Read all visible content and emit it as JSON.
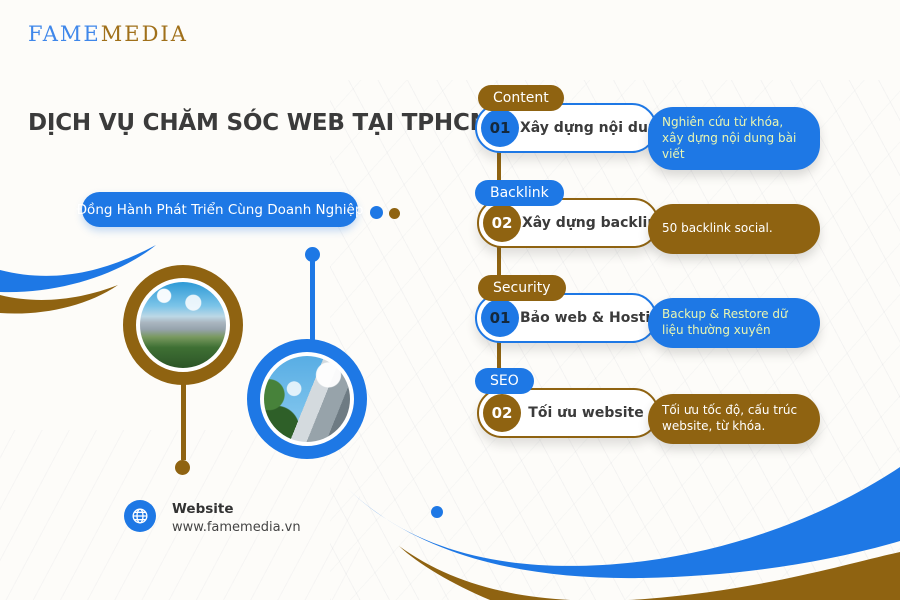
{
  "logo": {
    "fame": "FAME",
    "media": "MEDIA"
  },
  "title": "DỊCH VỤ CHĂM SÓC WEB TẠI TPHCM",
  "banner": "Đồng Hành Phát Triển Cùng Doanh Nghiệp",
  "steps": [
    {
      "tag": "Content",
      "number": "01",
      "label": "Xây dựng nội dung",
      "tooltip": "Nghiên cứu từ khóa, xây dựng nội dung bài viết",
      "accent": "blue",
      "tag_color": "brown"
    },
    {
      "tag": "Backlink",
      "number": "02",
      "label": "Xây dựng backlink",
      "tooltip": "50 backlink social.",
      "accent": "brown",
      "tag_color": "blue"
    },
    {
      "tag": "Security",
      "number": "01",
      "label": "Bảo web & Hosting",
      "tooltip": "Backup & Restore dữ liệu thường xuyên",
      "accent": "blue",
      "tag_color": "brown"
    },
    {
      "tag": "SEO",
      "number": "02",
      "label": "Tối ưu website",
      "tooltip": "Tối ưu tốc độ, cấu trúc website, từ khóa.",
      "accent": "brown",
      "tag_color": "blue"
    }
  ],
  "footer": {
    "label": "Website",
    "url": "www.famemedia.vn"
  },
  "icons": {
    "footer": "globe-icon"
  },
  "colors": {
    "blue": "#1e78e5",
    "brown": "#8f6311",
    "title_text": "#3b3b3b",
    "tooltip_text_on_blue": "#e9f6b2",
    "number_on_blue": "#14283c",
    "logo_fame": "#3f87ea",
    "logo_media": "#a0701a"
  }
}
